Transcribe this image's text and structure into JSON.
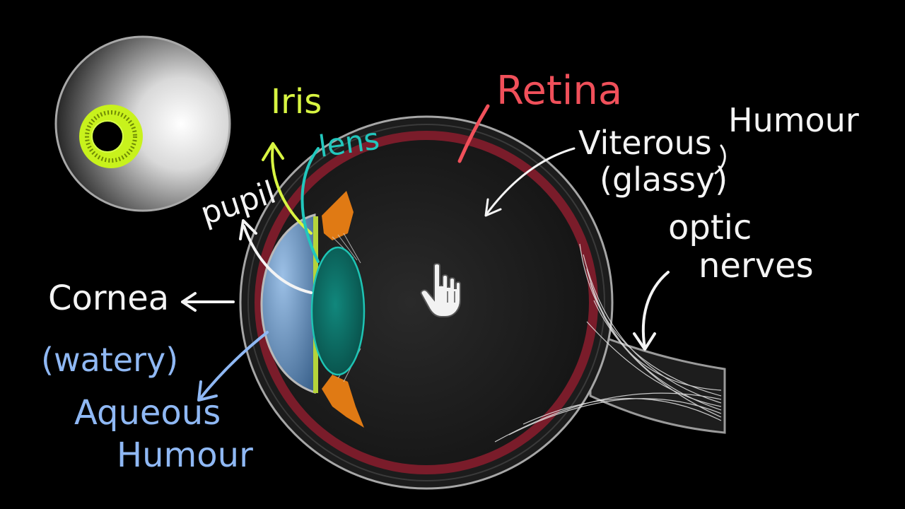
{
  "labels": {
    "iris": "Iris",
    "lens": "lens",
    "retina": "Retina",
    "humour_top": "Humour",
    "viterous": "Viterous",
    "glassy": "(glassy)",
    "pupil": "pupil",
    "optic": "optic",
    "nerves": "nerves",
    "cornea": "Cornea",
    "watery": "(watery)",
    "aqueous": "Aqueous",
    "humour_bottom": "Humour"
  },
  "colors": {
    "background": "#000000",
    "white_ink": "#f4f4f4",
    "iris_ink": "#d8f542",
    "lens_ink": "#22c7bd",
    "retina_ink": "#f0505a",
    "aqueous_ink": "#8fb8f4",
    "iris_ring": "#c8f21c",
    "retina_layer": "#8a2030",
    "cornea_fill": "#5d86b6",
    "lens_fill": "#0c6e66",
    "ciliary_fill": "#e07a14"
  },
  "icons": {
    "cursor": "hand-pointer-icon"
  }
}
